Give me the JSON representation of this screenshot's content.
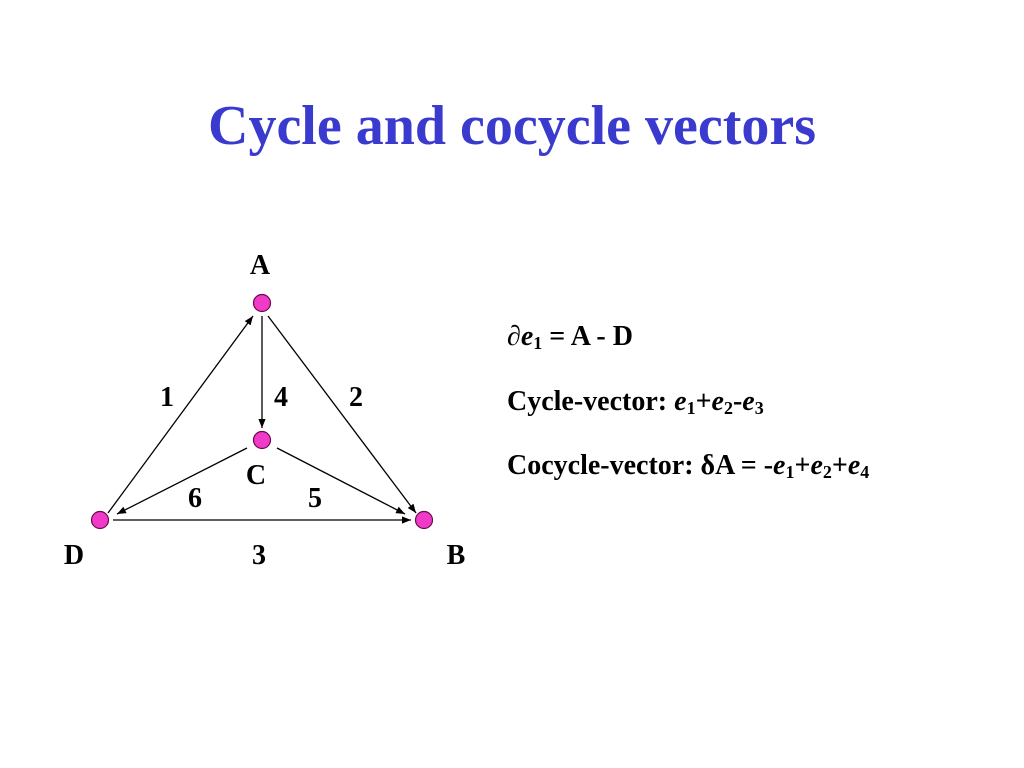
{
  "title": "Cycle and cocycle vectors",
  "nodes": {
    "A": "A",
    "B": "B",
    "C": "C",
    "D": "D"
  },
  "edge_labels": {
    "e1": "1",
    "e2": "2",
    "e3": "3",
    "e4": "4",
    "e5": "5",
    "e6": "6"
  },
  "edges": [
    {
      "id": "1",
      "from": "D",
      "to": "A"
    },
    {
      "id": "2",
      "from": "A",
      "to": "B"
    },
    {
      "id": "3",
      "from": "D",
      "to": "B"
    },
    {
      "id": "4",
      "from": "A",
      "to": "C"
    },
    {
      "id": "5",
      "from": "C",
      "to": "B"
    },
    {
      "id": "6",
      "from": "C",
      "to": "D"
    }
  ],
  "boundary": {
    "operator": "∂",
    "edge": "e",
    "edge_sub": "1",
    "rhs": " = A - D"
  },
  "cycle": {
    "label": "Cycle-vector: ",
    "t1": "e",
    "s1": "1",
    "op1": "+",
    "t2": "e",
    "s2": "2",
    "op2": "-",
    "t3": "e",
    "s3": "3"
  },
  "cocycle": {
    "label": "Cocycle-vector: δA = -",
    "t1": "e",
    "s1": "1",
    "op1": "+",
    "t2": "e",
    "s2": "2",
    "op2": "+",
    "t3": "e",
    "s3": "4"
  },
  "colors": {
    "title": "#3a3acf",
    "node_fill": "#f03ac8",
    "edge": "#000000"
  }
}
